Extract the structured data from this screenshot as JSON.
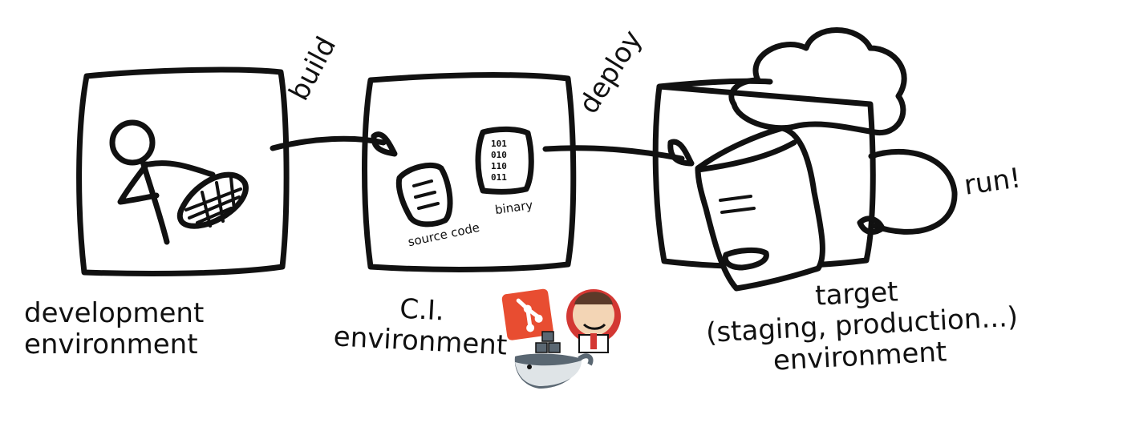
{
  "diagram": {
    "stages": [
      {
        "id": "dev",
        "label_lines": [
          "development",
          "environment"
        ]
      },
      {
        "id": "ci",
        "label_lines": [
          "C.I.",
          "environment"
        ]
      },
      {
        "id": "target",
        "label_lines": [
          "target",
          "(staging, production...)",
          "environment"
        ]
      }
    ],
    "arrows": {
      "build": "build",
      "deploy": "deploy",
      "run": "run!"
    },
    "artifacts": {
      "source": "source code",
      "binary": "binary",
      "binary_digits": [
        "101",
        "010",
        "110",
        "011"
      ]
    },
    "tool_icons": [
      "git-icon",
      "jenkins-icon",
      "docker-icon"
    ],
    "colors": {
      "ink": "#111111",
      "git": "#e84d31",
      "jenkins": "#d33833",
      "docker": "#5a6772"
    }
  }
}
